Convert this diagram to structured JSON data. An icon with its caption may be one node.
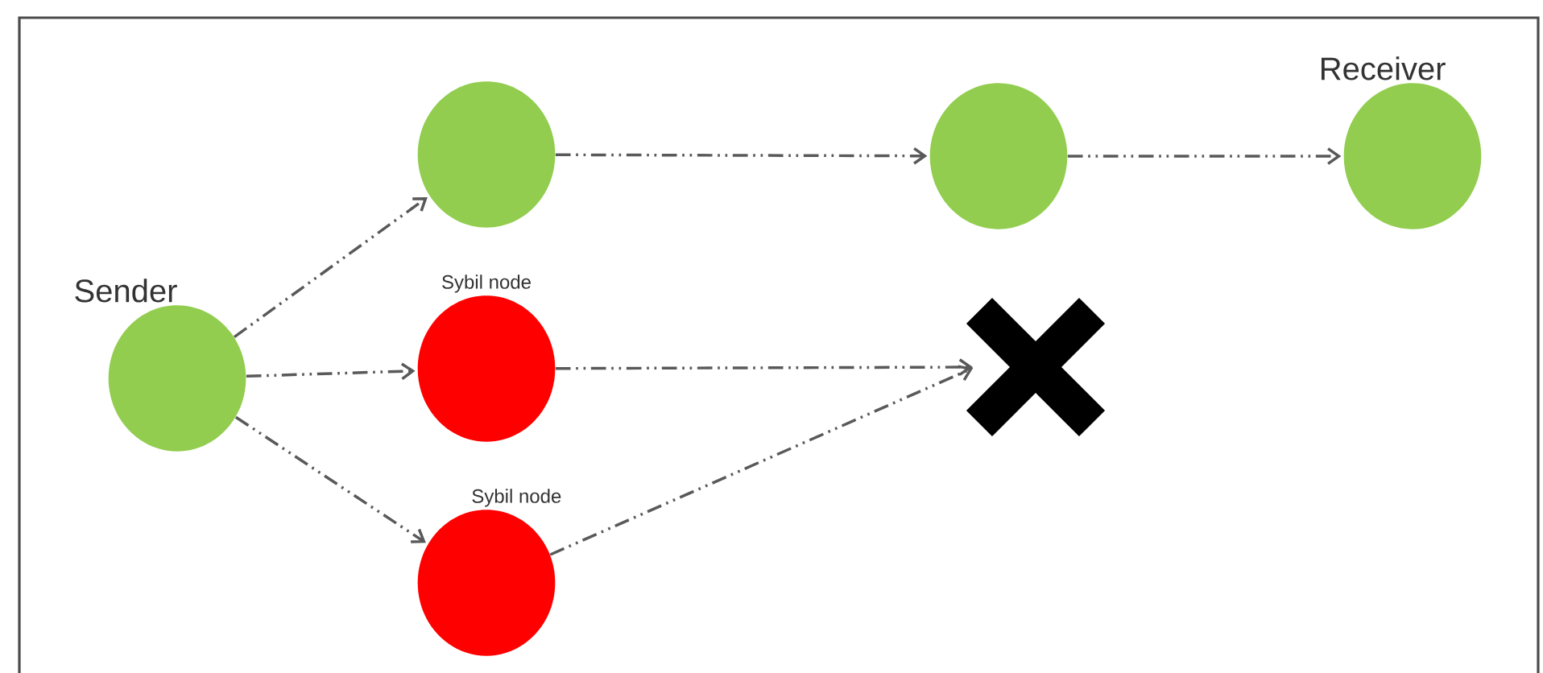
{
  "diagram": {
    "nodes": [
      {
        "text": [
          "Sender"
        ]
      },
      {
        "text": [],
        "shape": "circle"
      },
      {
        "text": [
          "Sybil node"
        ]
      },
      {
        "text": [
          "Sybil node"
        ]
      },
      {
        "text": [],
        "shape": "circle"
      },
      {
        "text": [
          "Receiver"
        ]
      },
      {
        "text": [],
        "shape": "cross"
      }
    ],
    "edges": [
      {
        "from": 0,
        "to": 1,
        "arrow": "to"
      },
      {
        "from": 0,
        "to": 2,
        "arrow": "to"
      },
      {
        "from": 0,
        "to": 3,
        "arrow": "to"
      },
      {
        "from": 1,
        "to": 4,
        "arrow": "to"
      },
      {
        "from": 4,
        "to": 5,
        "arrow": "to"
      },
      {
        "from": 2,
        "to": 6,
        "arrow": "to"
      },
      {
        "from": 3,
        "to": 6,
        "arrow": "to"
      }
    ]
  }
}
